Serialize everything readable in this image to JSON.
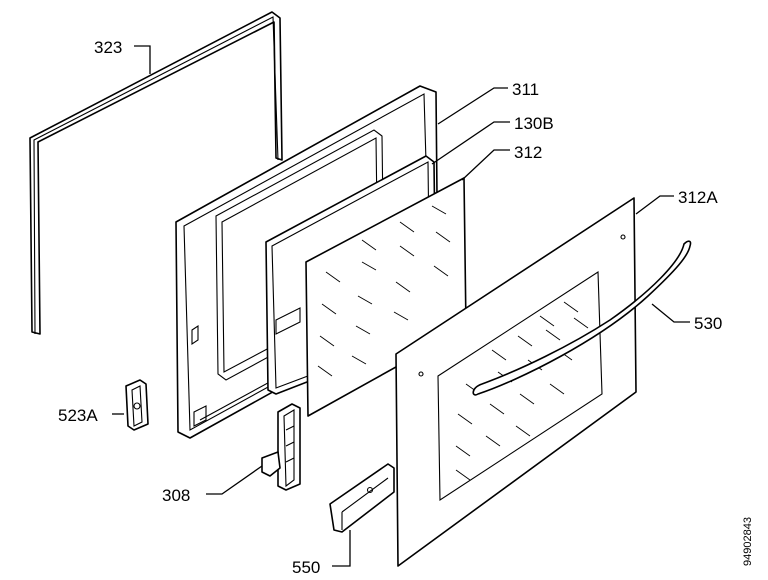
{
  "callouts": {
    "seal": "323",
    "inner_frame": "311",
    "inner_frame_glass": "130B",
    "middle_glass": "312",
    "outer_glass_panel": "312A",
    "handle": "530",
    "catch": "523A",
    "hinge": "308",
    "bracket": "550"
  },
  "document_number": "94902843"
}
